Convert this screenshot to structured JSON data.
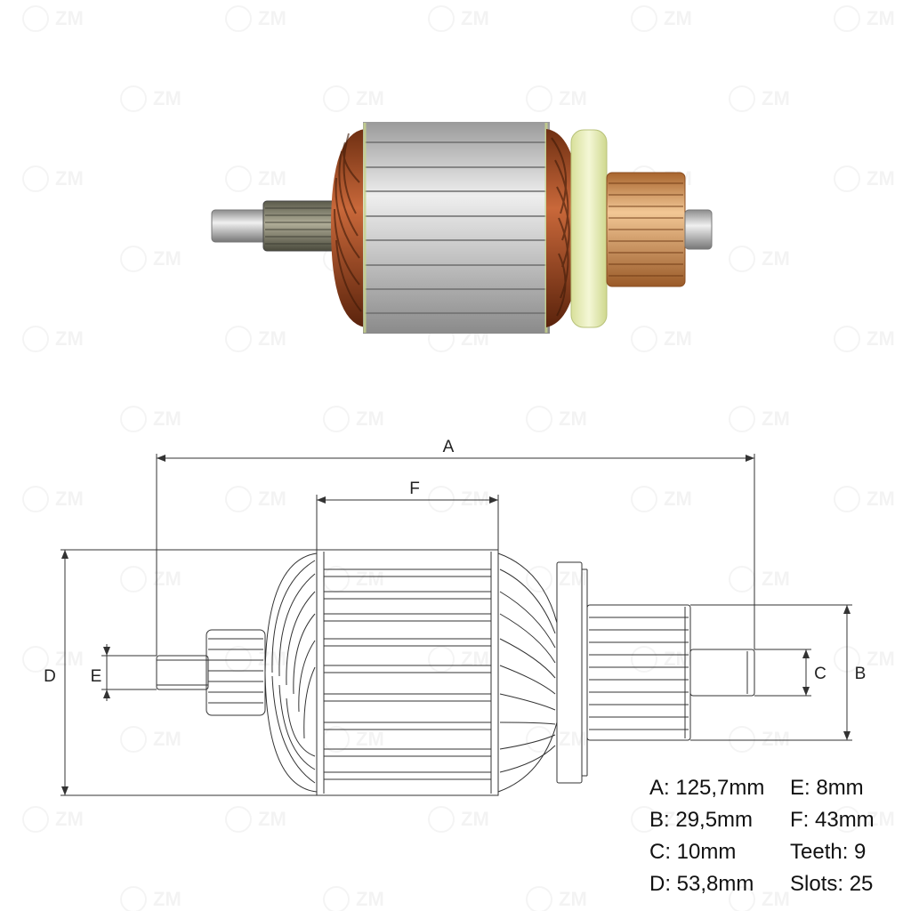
{
  "watermark": "ZM",
  "dimensions": {
    "A": "A",
    "B": "B",
    "C": "C",
    "D": "D",
    "E": "E",
    "F": "F"
  },
  "specs": {
    "left": [
      "A: 125,7mm",
      "B: 29,5mm",
      "C: 10mm",
      "D: 53,8mm"
    ],
    "right": [
      "E: 8mm",
      "F: 43mm",
      "Teeth: 9",
      "Slots: 25"
    ]
  },
  "colors": {
    "copper_winding": "#a0522d",
    "core_steel": "#c8c8c8",
    "insulation_ring": "#e8efb8",
    "commutator": "#d99a5a",
    "line": "#333333"
  }
}
